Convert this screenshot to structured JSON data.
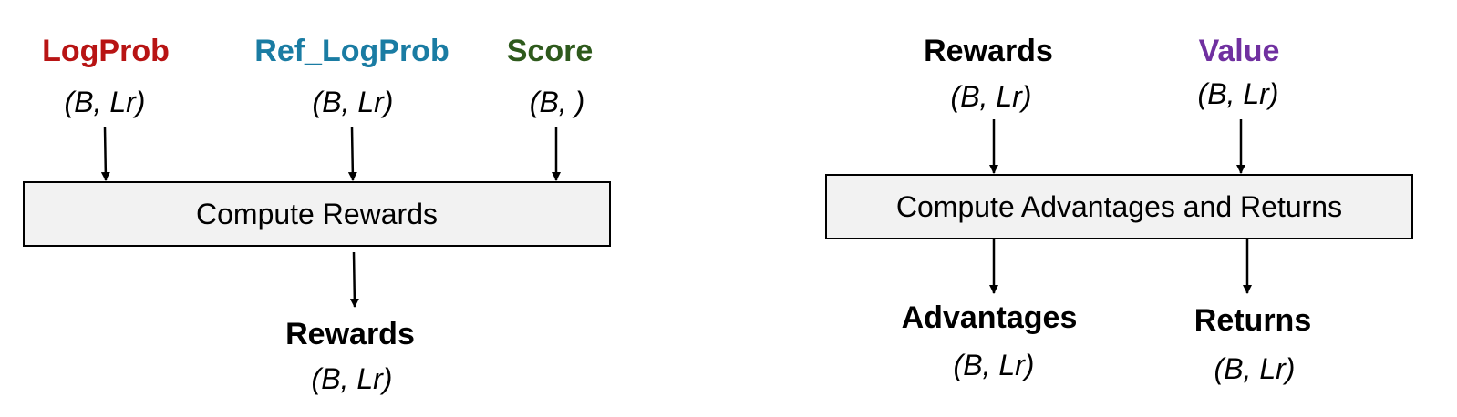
{
  "colors": {
    "logprob": "#b81414",
    "ref_logprob": "#1a7ca3",
    "score": "#2e5a1c",
    "value": "#7030a0",
    "box_fill": "#f2f2f2",
    "ink": "#000000"
  },
  "left": {
    "inputs": [
      {
        "name": "LogProb",
        "shape": "(B, Lr)"
      },
      {
        "name": "Ref_LogProb",
        "shape": "(B, Lr)"
      },
      {
        "name": "Score",
        "shape": "(B, )"
      }
    ],
    "process": "Compute Rewards",
    "outputs": [
      {
        "name": "Rewards",
        "shape": "(B, Lr)"
      }
    ]
  },
  "right": {
    "inputs": [
      {
        "name": "Rewards",
        "shape": "(B, Lr)"
      },
      {
        "name": "Value",
        "shape": "(B, Lr)"
      }
    ],
    "process": "Compute Advantages and Returns",
    "outputs": [
      {
        "name": "Advantages",
        "shape": "(B, Lr)"
      },
      {
        "name": "Returns",
        "shape": "(B, Lr)"
      }
    ]
  }
}
